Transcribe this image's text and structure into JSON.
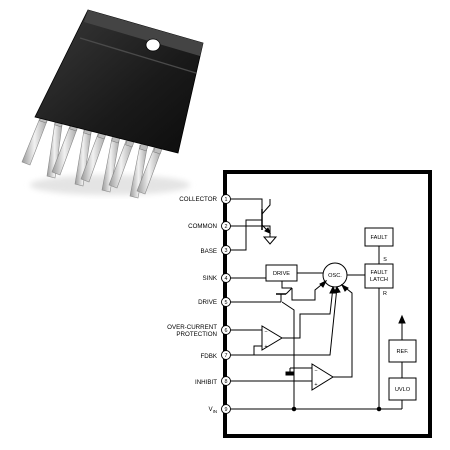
{
  "pins": [
    {
      "number": "1",
      "label": "COLLECTOR"
    },
    {
      "number": "2",
      "label": "COMMON"
    },
    {
      "number": "3",
      "label": "BASE"
    },
    {
      "number": "4",
      "label": "SINK"
    },
    {
      "number": "5",
      "label": "DRIVE"
    },
    {
      "number": "6",
      "label_line1": "OVER-CURRENT",
      "label_line2": "PROTECTION"
    },
    {
      "number": "7",
      "label": "FDBK"
    },
    {
      "number": "8",
      "label": "INHIBIT"
    },
    {
      "number": "9",
      "label_main": "V",
      "label_sub": "IN"
    }
  ],
  "blocks": {
    "drive": "DRIVE",
    "osc": "OSC.",
    "fault": "FAULT",
    "fault_latch_line1": "FAULT",
    "fault_latch_line2": "LATCH",
    "ref": "REF.",
    "uvlo": "UVLO",
    "latch_s": "S",
    "latch_r": "R",
    "opamp_plus": "+",
    "opamp_minus": "−"
  },
  "colors": {
    "package_body": "#1c1c1c",
    "package_lead": "#c8c8c8",
    "line": "#000000"
  }
}
